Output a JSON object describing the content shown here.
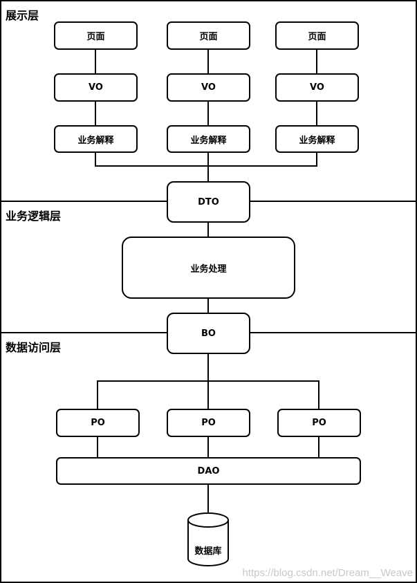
{
  "layers": {
    "presentation": "展示层",
    "business": "业务逻辑层",
    "data_access": "数据访问层"
  },
  "presentation": {
    "columns": [
      {
        "page": "页面",
        "vo": "VO",
        "interpret": "业务解释"
      },
      {
        "page": "页面",
        "vo": "VO",
        "interpret": "业务解释"
      },
      {
        "page": "页面",
        "vo": "VO",
        "interpret": "业务解释"
      }
    ]
  },
  "dto": "DTO",
  "business_processing": "业务处理",
  "bo": "BO",
  "po_items": [
    "PO",
    "PO",
    "PO"
  ],
  "dao": "DAO",
  "database": "数据库",
  "watermark": "https://blog.csdn.net/Dream__Weave"
}
